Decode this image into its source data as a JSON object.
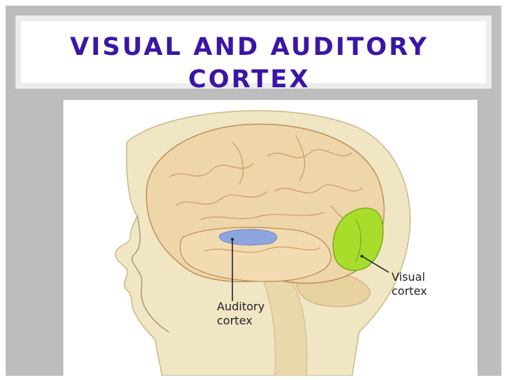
{
  "slide": {
    "title": "VISUAL AND AUDITORY CORTEX"
  },
  "diagram": {
    "labels": {
      "visual_line1": "Visual",
      "visual_line2": "cortex",
      "auditory_line1": "Auditory",
      "auditory_line2": "cortex"
    },
    "colors": {
      "title": "#3b16a6",
      "visual_cortex": "#a9dd2c",
      "auditory_cortex": "#8ea6df",
      "brain": "#efd6a8",
      "head": "#f1e6c4"
    }
  }
}
